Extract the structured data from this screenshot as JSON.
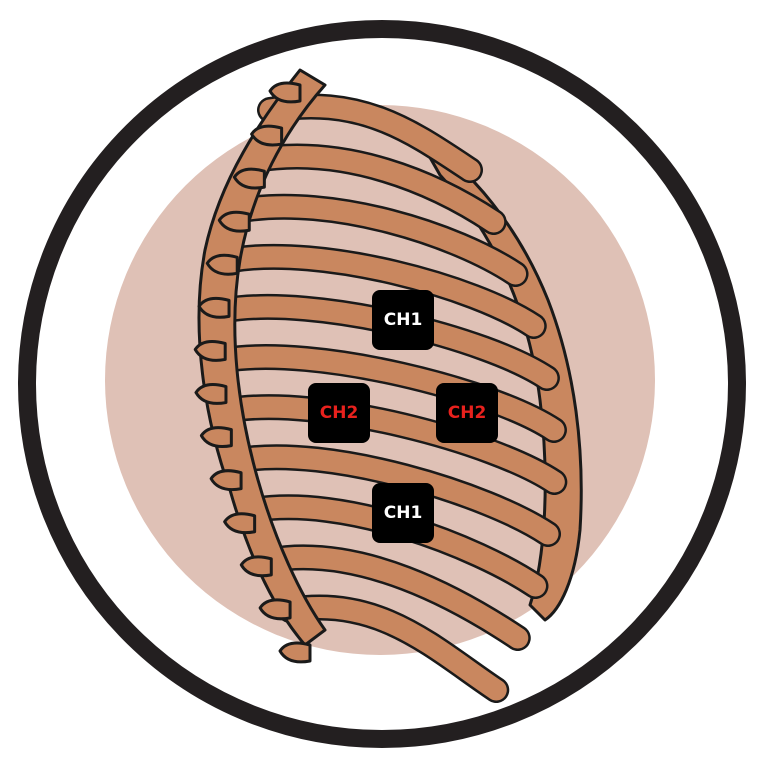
{
  "colors": {
    "ring": "#231f20",
    "background_disc": "#dfc1b6",
    "bone": "#c9875f",
    "bone_outline": "#1a1a1a",
    "pad_fill": "#000000"
  },
  "electrodes": [
    {
      "label": "CH1",
      "color": "#ffffff"
    },
    {
      "label": "CH2",
      "color": "#e8211d"
    },
    {
      "label": "CH2",
      "color": "#e8211d"
    },
    {
      "label": "CH1",
      "color": "#ffffff"
    }
  ]
}
